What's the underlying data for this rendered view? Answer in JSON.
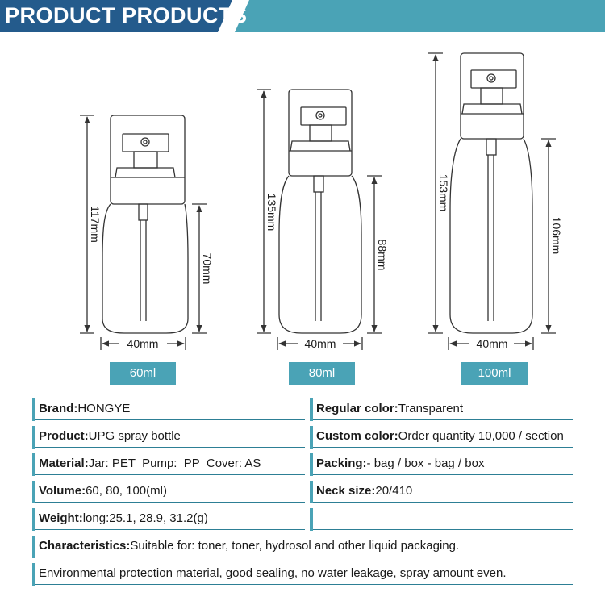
{
  "banner": {
    "title": "PRODUCT PRODUCTS"
  },
  "bottles": [
    {
      "capacity": "60ml",
      "height_label": "117mm",
      "body_label": "70mm",
      "width_label": "40mm"
    },
    {
      "capacity": "80ml",
      "height_label": "135mm",
      "body_label": "88mm",
      "width_label": "40mm"
    },
    {
      "capacity": "100ml",
      "height_label": "153mm",
      "body_label": "106mm",
      "width_label": "40mm"
    }
  ],
  "specs": {
    "brand": {
      "label": "Brand:",
      "value": "HONGYE"
    },
    "regular_color": {
      "label": "Regular color:",
      "value": "Transparent"
    },
    "product": {
      "label": "Product:",
      "value": "UPG spray bottle"
    },
    "custom_color": {
      "label": "Custom color:",
      "value": "Order quantity 10,000 / section"
    },
    "material": {
      "label": "Material:",
      "value": "Jar: PET  Pump:  PP  Cover: AS"
    },
    "packing": {
      "label": "Packing:",
      "value": "- bag / box - bag / box"
    },
    "volume": {
      "label": "Volume:",
      "value": "60, 80, 100(ml)"
    },
    "neck_size": {
      "label": "Neck size:",
      "value": "20/410"
    },
    "weight": {
      "label": "Weight:",
      "value": "long:25.1, 28.9, 31.2(g)"
    },
    "characteristics": {
      "label": "Characteristics:",
      "value": "Suitable for: toner, toner, hydrosol and other liquid packaging."
    },
    "note": "Environmental protection material, good sealing, no water leakage, spray amount even."
  },
  "colors": {
    "accent": "#4aa3b6",
    "banner_dark": "#245b8c",
    "outline": "#333333"
  }
}
